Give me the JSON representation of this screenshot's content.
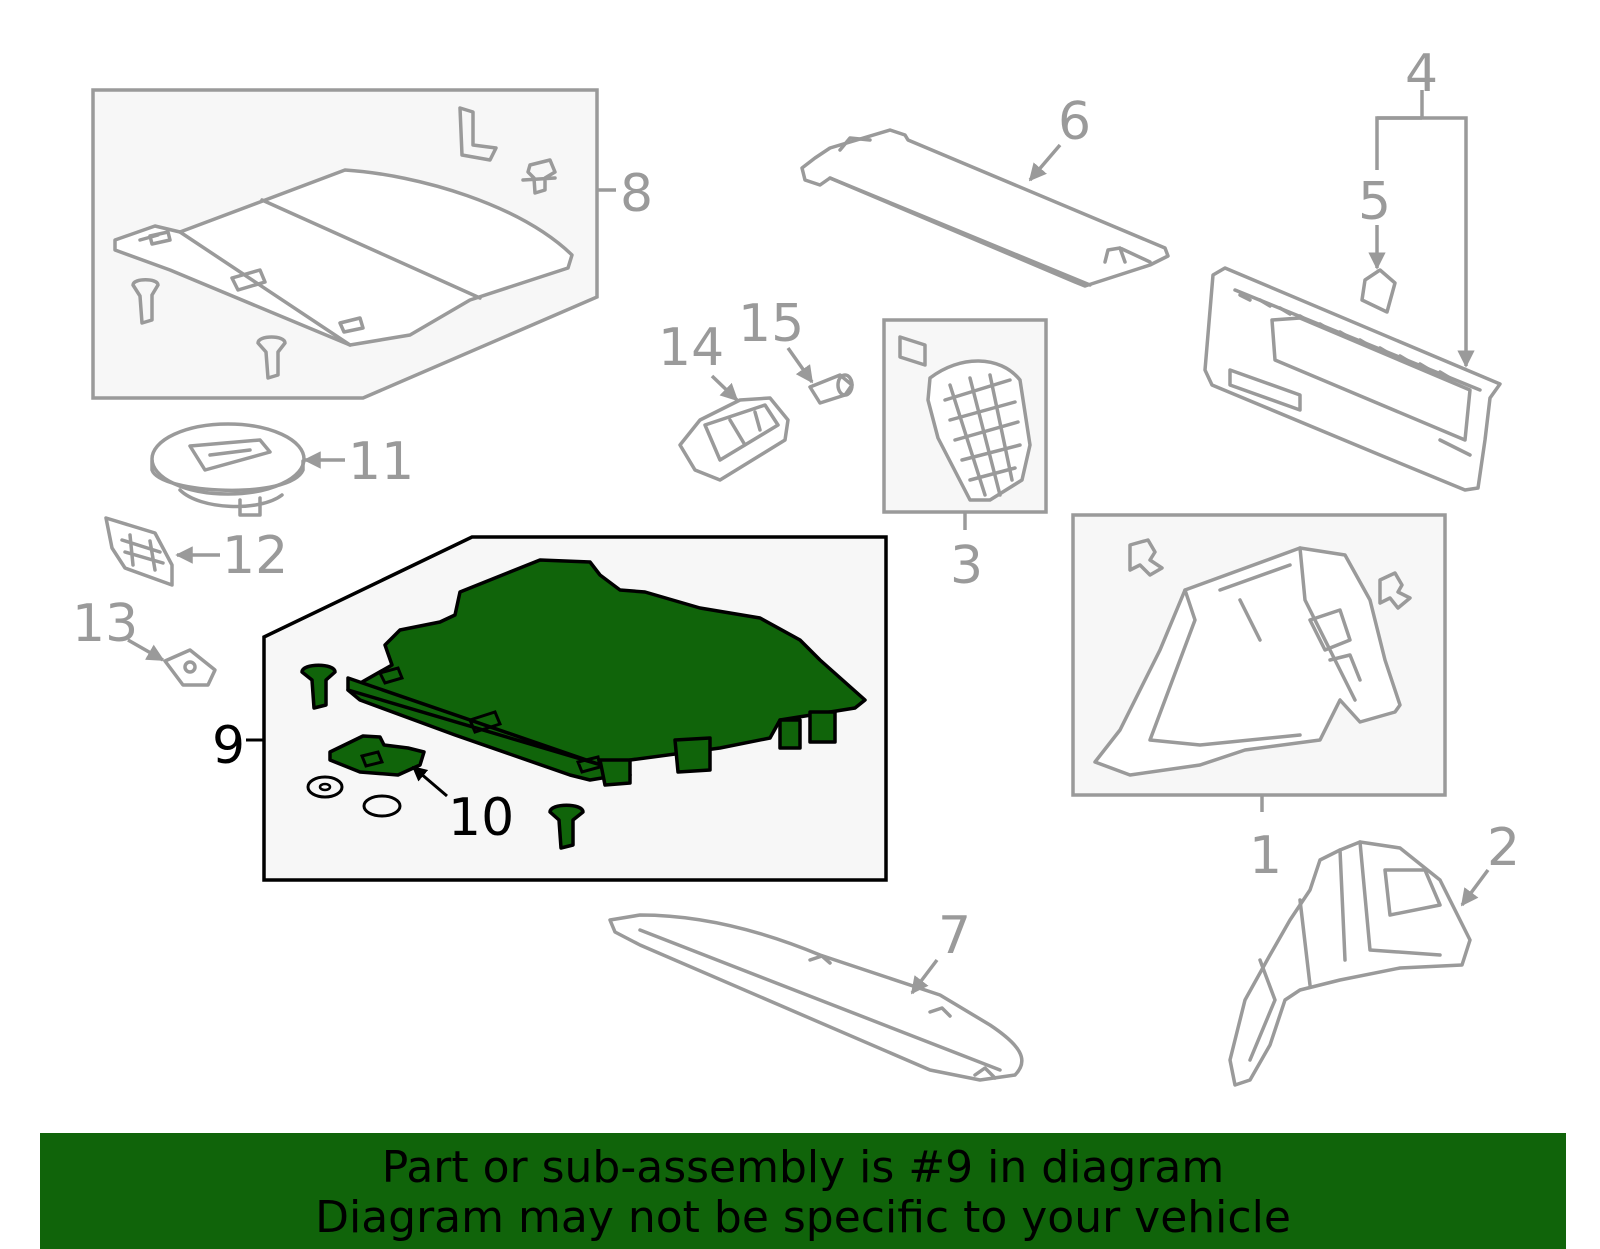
{
  "highlight_color": "#10640a",
  "line_color": "#9a9a9a",
  "highlighted_part": "9",
  "callouts": {
    "c1": "1",
    "c2": "2",
    "c3": "3",
    "c4": "4",
    "c5": "5",
    "c6": "6",
    "c7": "7",
    "c8": "8",
    "c9": "9",
    "c10": "10",
    "c11": "11",
    "c12": "12",
    "c13": "13",
    "c14": "14",
    "c15": "15"
  },
  "banner": {
    "line1": "Part or sub-assembly is #9 in diagram",
    "line2": "Diagram may not be specific to your vehicle"
  }
}
